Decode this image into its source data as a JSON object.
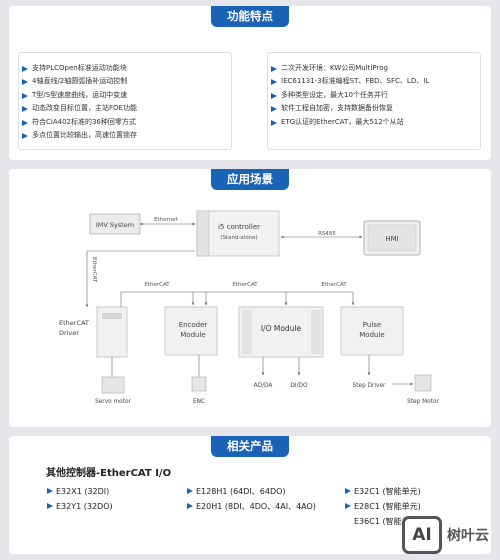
{
  "features": {
    "tab": "功能特点",
    "left_items": [
      "支持PLCOpen标准运动功能块",
      "4轴直线/2轴圆弧插补运动控制",
      "T型/S型速度曲线，运动中变速",
      "动态改变目标位置，主站FOE功能",
      "符合CiA402标准的36种回零方式",
      "多点位置比较输出，高速位置锁存"
    ],
    "right_items": [
      "二次开发环境：KW公司MultiProg",
      "IEC61131-3标准编程ST、FBD、SFC、LD、IL",
      "多种类型设定，最大10个任务并行",
      "软件工程自加密，支持数据备份恢复",
      "ETG认证的EtherCAT，最大512个从站"
    ]
  },
  "scenario": {
    "tab": "应用场景",
    "imv": "IMV System",
    "ethernet": "Ethernet",
    "controller": "i5 controller",
    "standalone": "(Stand-alone)",
    "rs485": "RS485",
    "hmi": "HMI",
    "ethercat_vertical": "EtherCAT",
    "ethercat_1": "EtherCAT",
    "ethercat_2": "EtherCAT",
    "ethercat_3": "EtherCAT",
    "driver_1": "EtherCAT",
    "driver_2": "Driver",
    "encoder_1": "Encoder",
    "encoder_2": "Module",
    "io_module": "I/O Module",
    "pulse_1": "Pulse",
    "pulse_2": "Module",
    "servo_motor": "Servo motor",
    "enc": "ENC",
    "adda": "AD/DA",
    "didr": "DI/DO",
    "step_driver": "Step Driver",
    "step_motor": "Step Motor"
  },
  "products": {
    "tab": "相关产品",
    "title": "其他控制器-EtherCAT I/O",
    "col1": [
      "E32X1 (32DI)",
      "E32Y1 (32DO)"
    ],
    "col2": [
      "E128H1 (64DI、64DO)",
      "E20H1 (8DI、4DO、4AI、4AO)"
    ],
    "col3": [
      "E32C1 (智能单元)",
      "E28C1 (智能单元)",
      "E36C1 (智能单元)"
    ]
  },
  "logo": {
    "mark": "AI",
    "name": "树叶云"
  },
  "colors": {
    "accent": "#1a62b6",
    "background": "#e4e6ea"
  }
}
